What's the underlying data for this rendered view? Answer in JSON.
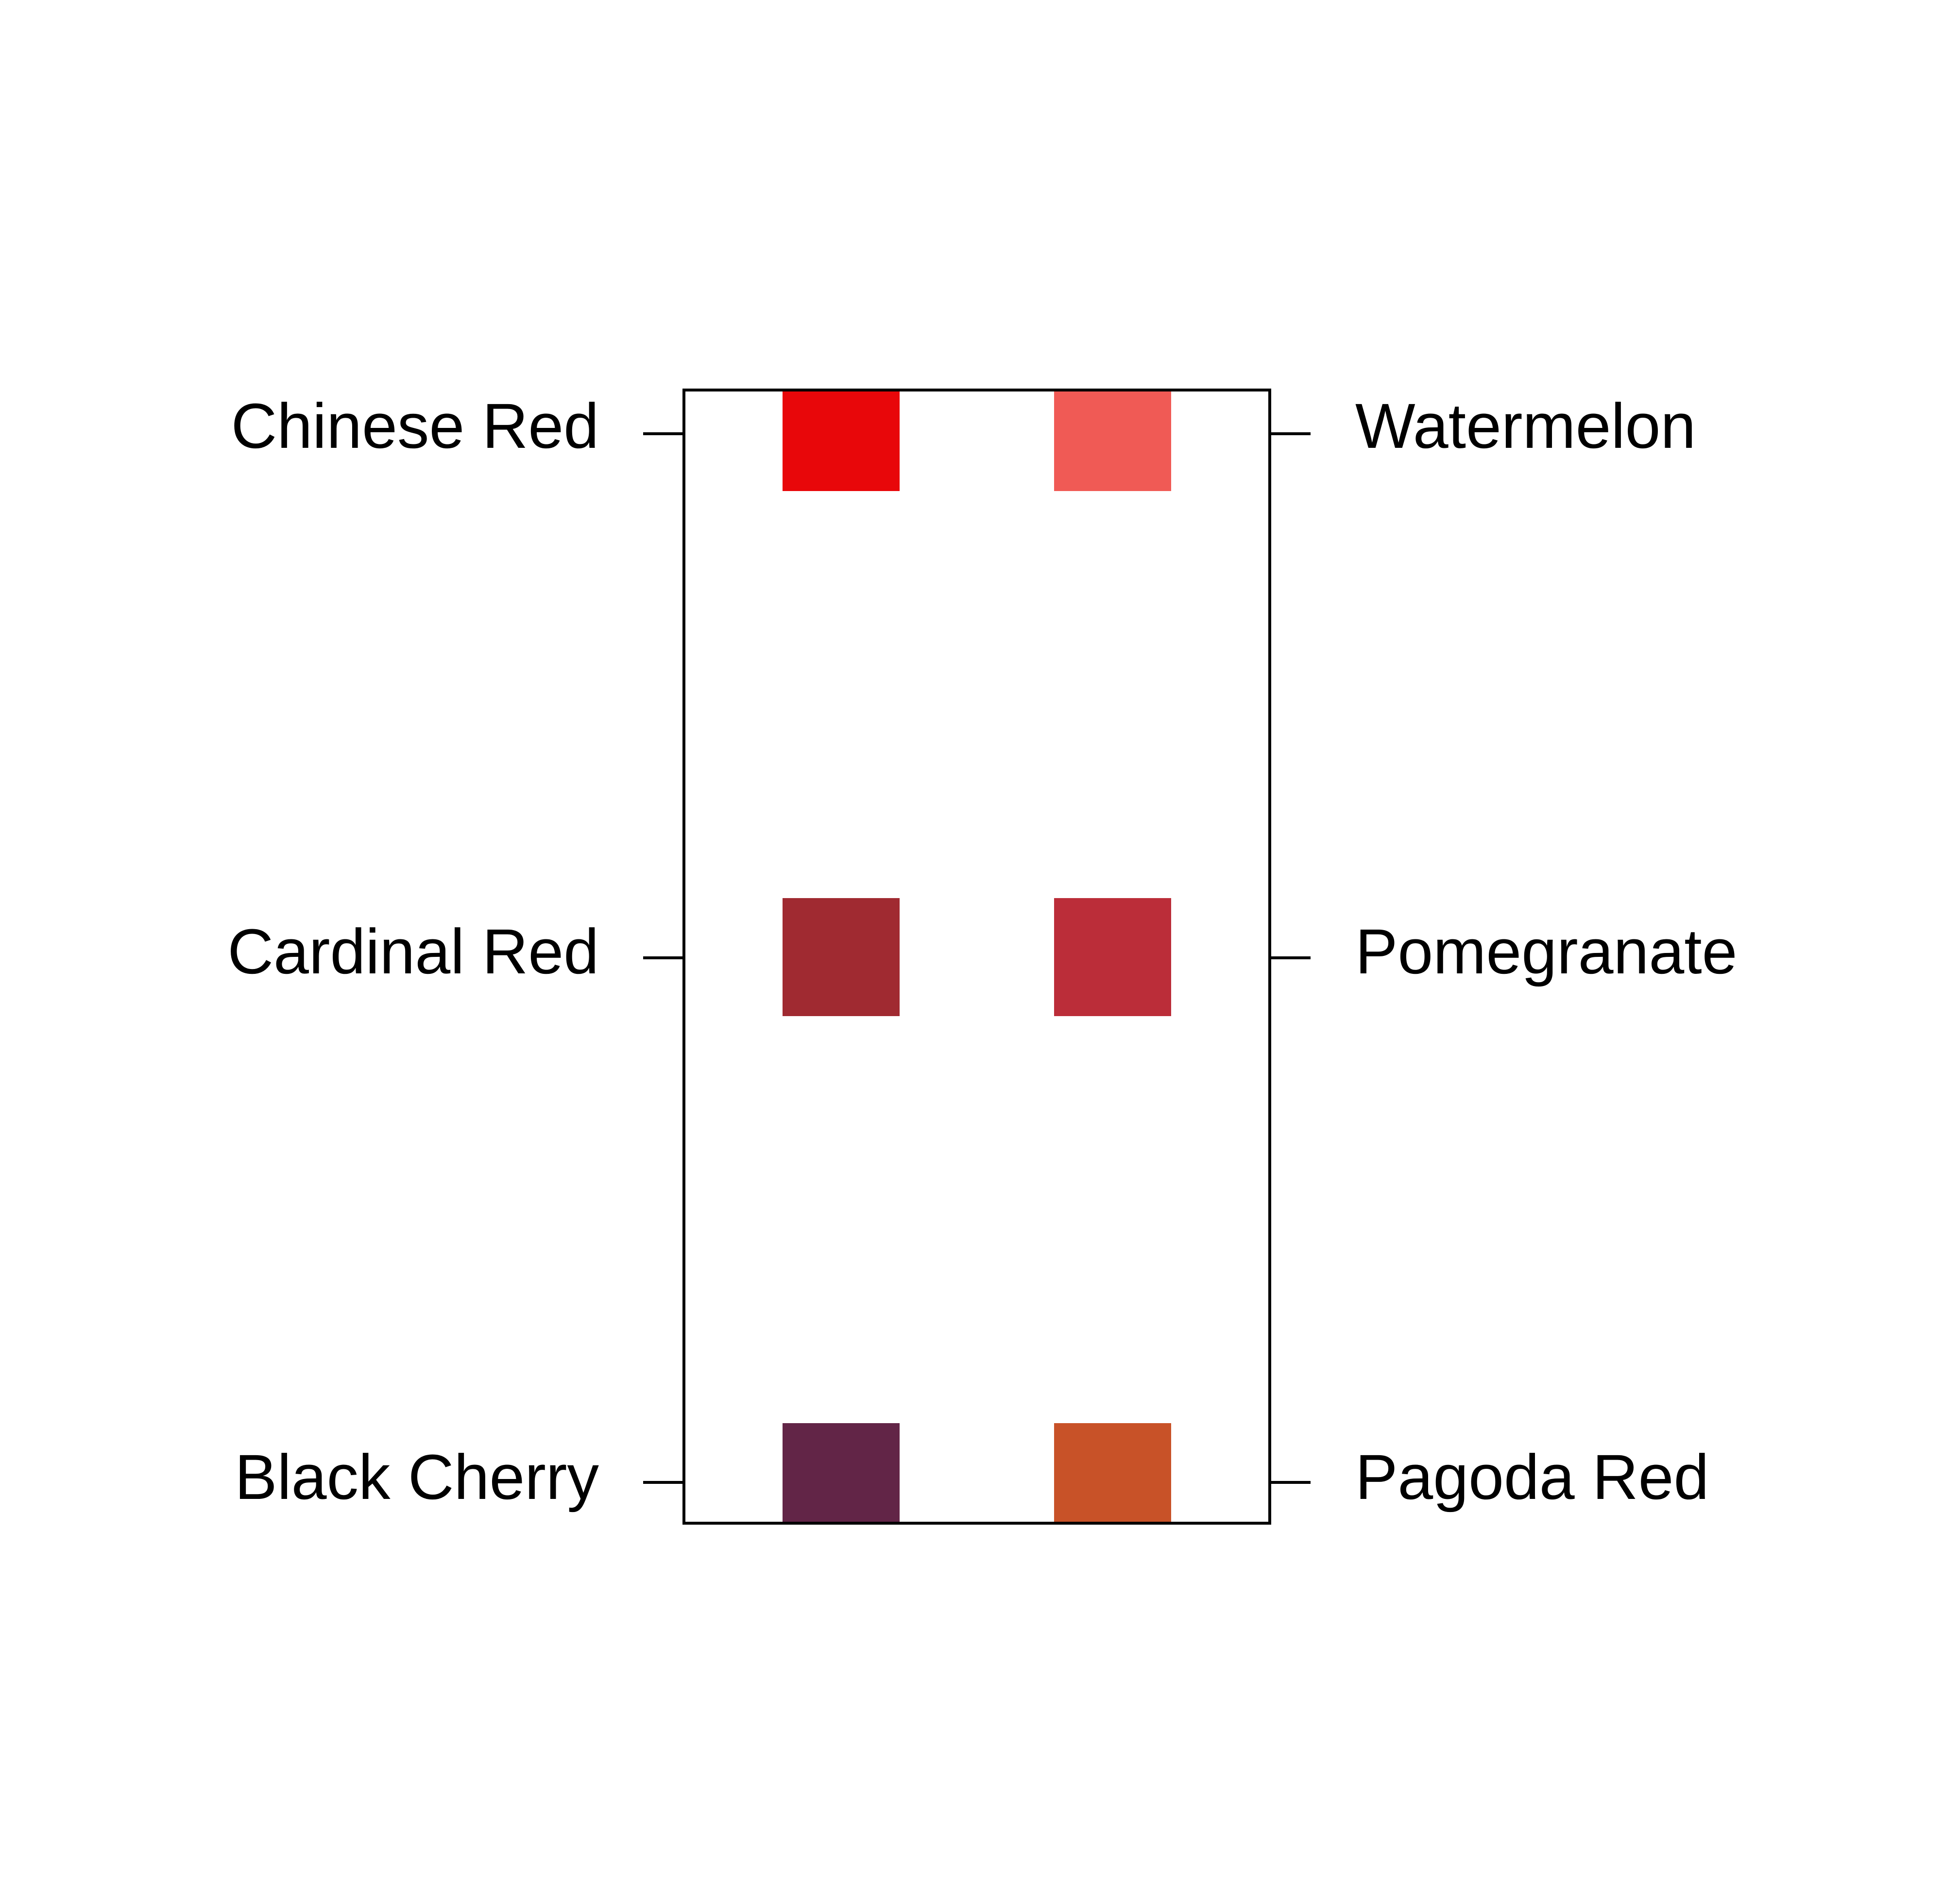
{
  "palette": {
    "left": [
      {
        "name": "Chinese Red",
        "color": "#E8070A"
      },
      {
        "name": "Cardinal Red",
        "color": "#A02A31"
      },
      {
        "name": "Black Cherry",
        "color": "#622547"
      }
    ],
    "right": [
      {
        "name": "Watermelon",
        "color": "#F05A55"
      },
      {
        "name": "Pomegranate",
        "color": "#BB2D39"
      },
      {
        "name": "Pagoda Red",
        "color": "#C85228"
      }
    ]
  }
}
